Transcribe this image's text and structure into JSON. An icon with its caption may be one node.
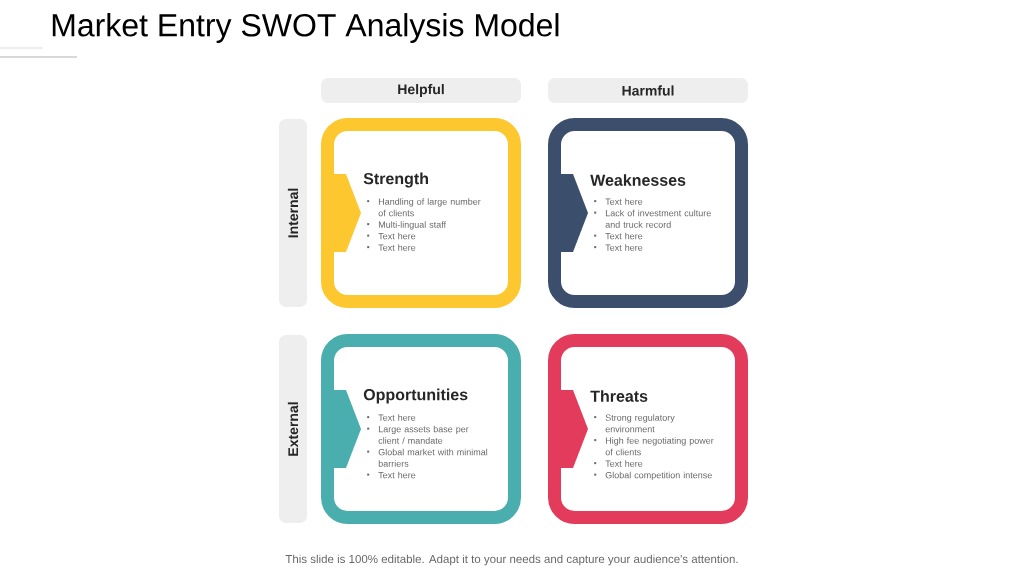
{
  "diagram": {
    "title": "Market Entry SWOT Analysis Model",
    "caption": "This slide is 100% editable. Adapt it to your needs and capture your audience's attention.",
    "nodes": [
      {
        "text": [
          "Helpful"
        ]
      },
      {
        "text": [
          "Harmful"
        ]
      },
      {
        "text": [
          "Internal"
        ]
      },
      {
        "text": [
          "Strength",
          "Handling of large number of clients",
          "Multi-lingual staff",
          "Text here",
          "Text here"
        ]
      },
      {
        "text": [
          "Weaknesses",
          "Text here",
          "Lack of investment culture and truck record",
          "Text here",
          "Text here"
        ]
      },
      {
        "text": [
          "External"
        ]
      },
      {
        "text": [
          "Opportunities",
          "Text here",
          "Large assets base per client / mandate",
          "Global market with minimal barriers",
          "Text here"
        ]
      },
      {
        "text": [
          "Threats",
          "Strong regulatory environment",
          "High fee negotiating power of clients",
          "Text here",
          "Global competition intense"
        ]
      }
    ],
    "edges": []
  }
}
